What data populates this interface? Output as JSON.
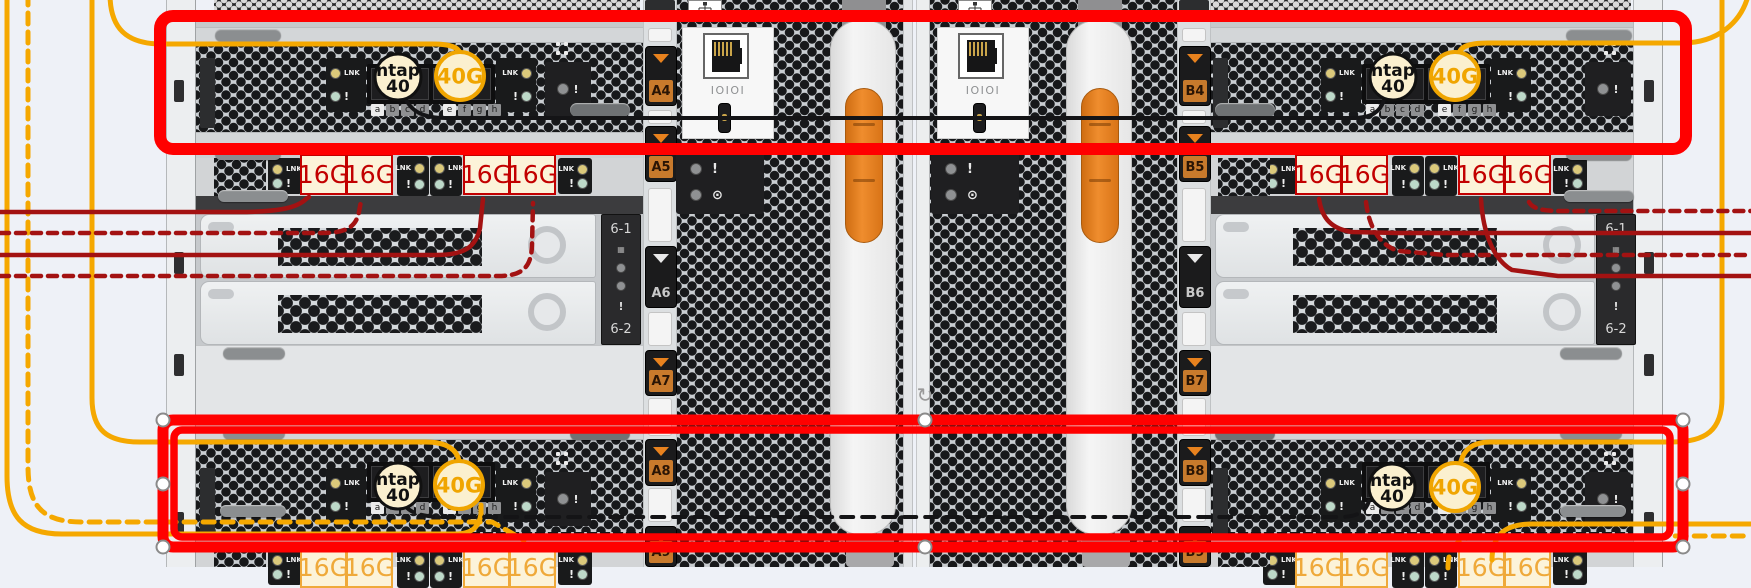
{
  "diagram": {
    "kind": "storage-rack-cabling-diagram",
    "badges": {
      "ntap_line1": "ntap",
      "ntap_line2": "40",
      "speed_40g": "40G",
      "speed_16g": "16G"
    },
    "leds": {
      "link": "LNK",
      "alert": "!",
      "power": "⊙"
    },
    "serial_port_label": "IOIOI",
    "port_letters": [
      "a",
      "b",
      "c",
      "d",
      "e",
      "f",
      "g",
      "h"
    ],
    "slot_tabs_a": [
      "A4",
      "A5",
      "A6",
      "A7",
      "A8",
      "A9"
    ],
    "slot_tabs_b": [
      "B4",
      "B5",
      "B6",
      "B7",
      "B8",
      "B9"
    ],
    "shelf_bays": [
      "6-1",
      "6-2"
    ],
    "colors": {
      "cluster_cable": "#F5A800",
      "fc_cable": "#A31212",
      "ha_cable": "#141416",
      "annotation": "#FF0000",
      "badge_fill": "#FBF0CF",
      "badge_40g_ring": "#F0A500",
      "fc_red_label": "#C20000",
      "fc_orange_label": "#EFA93A"
    },
    "annotations": {
      "highlight_boxes": 2,
      "selected_box": "bottom",
      "selection_handle_fill": "#FFFFFF",
      "rotate_glyph": "↻"
    }
  }
}
